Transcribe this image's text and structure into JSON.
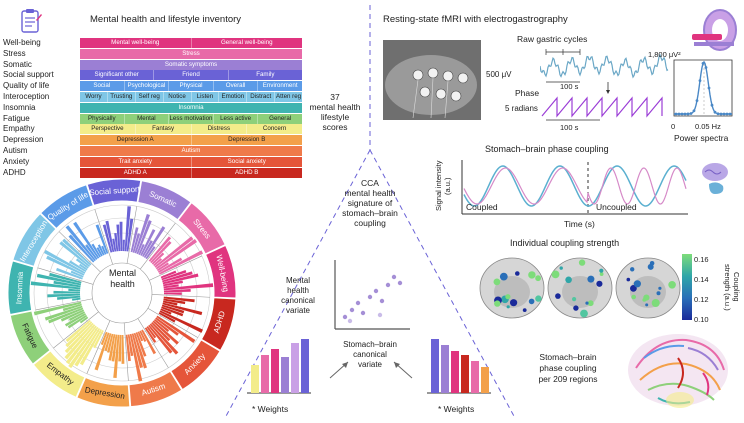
{
  "inventory": {
    "title": "Mental health and lifestyle inventory",
    "rows": [
      {
        "label": "Well-being",
        "color": "#e0347f",
        "dark": false,
        "segments": [
          "Mental well-being",
          "General well-being"
        ]
      },
      {
        "label": "Stress",
        "color": "#e86aa8",
        "dark": false,
        "segments": [
          "Stress"
        ]
      },
      {
        "label": "Somatic",
        "color": "#9b7fd4",
        "dark": false,
        "segments": [
          "Somatic symptoms"
        ]
      },
      {
        "label": "Social support",
        "color": "#6a62d6",
        "dark": false,
        "segments": [
          "Significant other",
          "Friend",
          "Family"
        ]
      },
      {
        "label": "Quality of life",
        "color": "#5b9be8",
        "dark": false,
        "segments": [
          "Social",
          "Psychological",
          "Physical",
          "Overall",
          "Environment"
        ]
      },
      {
        "label": "Interoception",
        "color": "#7fc6e6",
        "dark": true,
        "segments": [
          "Worry",
          "Trusting",
          "Self reg",
          "Notice",
          "Listen",
          "Emotion",
          "Distract",
          "Atten reg"
        ]
      },
      {
        "label": "Insomnia",
        "color": "#3fb4b0",
        "dark": false,
        "segments": [
          "Insomnia"
        ]
      },
      {
        "label": "Fatigue",
        "color": "#8ed07a",
        "dark": true,
        "segments": [
          "Physically",
          "Mental",
          "Less motivation",
          "Less active",
          "General"
        ]
      },
      {
        "label": "Empathy",
        "color": "#f3ec8a",
        "dark": true,
        "segments": [
          "Perspective",
          "Fantasy",
          "Distress",
          "Concern"
        ]
      },
      {
        "label": "Depression",
        "color": "#f3a04a",
        "dark": true,
        "segments": [
          "Depression A",
          "Depression B"
        ]
      },
      {
        "label": "Autism",
        "color": "#ef7a4a",
        "dark": false,
        "segments": [
          "Autism"
        ]
      },
      {
        "label": "Anxiety",
        "color": "#e5553a",
        "dark": false,
        "segments": [
          "Trait anxiety",
          "Social anxiety"
        ]
      },
      {
        "label": "ADHD",
        "color": "#c8281f",
        "dark": false,
        "segments": [
          "ADHD A",
          "ADHD B"
        ]
      }
    ],
    "scores_label": "37\nmental health\nlifestyle\nscores"
  },
  "circle": {
    "center_label": "Mental\nhealth",
    "sectors": [
      {
        "label": "Social support",
        "color": "#6a62d6"
      },
      {
        "label": "Somatic",
        "color": "#9b7fd4"
      },
      {
        "label": "Stress",
        "color": "#e86aa8"
      },
      {
        "label": "Well-being",
        "color": "#e0347f"
      },
      {
        "label": "ADHD",
        "color": "#c8281f"
      },
      {
        "label": "Anxiety",
        "color": "#e5553a"
      },
      {
        "label": "Autism",
        "color": "#ef7a4a"
      },
      {
        "label": "Depression",
        "color": "#f3a04a"
      },
      {
        "label": "Empathy",
        "color": "#f3ec8a"
      },
      {
        "label": "Fatigue",
        "color": "#8ed07a"
      },
      {
        "label": "Insomnia",
        "color": "#3fb4b0"
      },
      {
        "label": "Interoception",
        "color": "#7fc6e6"
      },
      {
        "label": "Quality of life",
        "color": "#5b9be8"
      }
    ]
  },
  "fmri": {
    "title": "Resting-state fMRI with electrogastrography",
    "raw_label": "Raw gastric cycles",
    "amp_label": "500 μV",
    "time1": "100 s",
    "phase_label": "Phase",
    "radians_label": "5 radians",
    "time2": "100 s",
    "power_value": "1,800 μV²",
    "freq0": "0",
    "freq1": "0.05 Hz",
    "power_label": "Power spectra"
  },
  "coupling": {
    "title": "Stomach–brain phase coupling",
    "ylabel": "Signal intensity\n(a.u.)",
    "coupled": "Coupled",
    "uncoupled": "Uncoupled",
    "xlabel": "Time (s)"
  },
  "individual": {
    "title": "Individual coupling strength",
    "cbar_title": "Coupling\nstrength (a.u.)",
    "cbar_ticks": [
      "0.16",
      "0.14",
      "0.12",
      "0.10"
    ]
  },
  "regions_label": "Stomach–brain\nphase coupling\nper 209 regions",
  "cca": {
    "title": "CCA\nmental health\nsignature of\nstomach–brain\ncoupling",
    "y_label": "Mental\nhealth\ncanonical\nvariate",
    "x_label": "Stomach–brain\ncanonical\nvariate",
    "weights_left": "* Weights",
    "weights_right": "* Weights"
  }
}
